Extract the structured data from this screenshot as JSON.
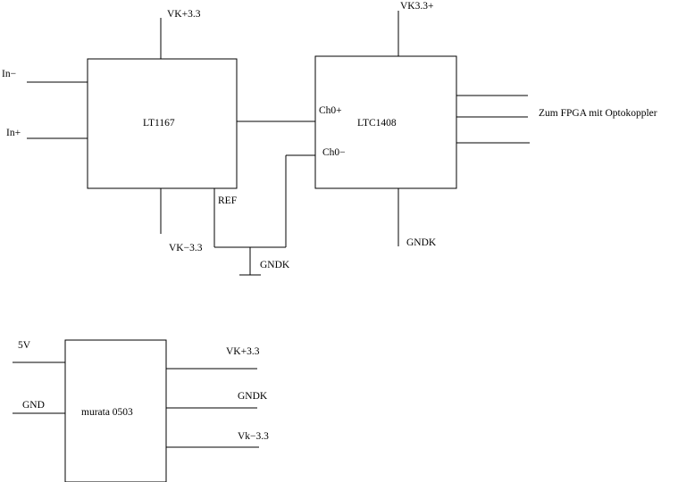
{
  "amplifier": {
    "name": "LT1167",
    "input_minus": "In−",
    "input_plus": "In+",
    "supply_pos": "VK+3.3",
    "supply_neg": "VK−3.3",
    "ref": "REF",
    "ground": "GNDK"
  },
  "adc": {
    "name": "LTC1408",
    "supply": "VK3.3+",
    "ch_plus": "Ch0+",
    "ch_minus": "Ch0−",
    "ground": "GNDK",
    "output_label": "Zum FPGA mit Optokoppler"
  },
  "converter": {
    "name": "murata 0503",
    "in_5v": "5V",
    "in_gnd": "GND",
    "out_pos": "VK+3.3",
    "out_gnd": "GNDK",
    "out_neg": "Vk−3.3"
  }
}
